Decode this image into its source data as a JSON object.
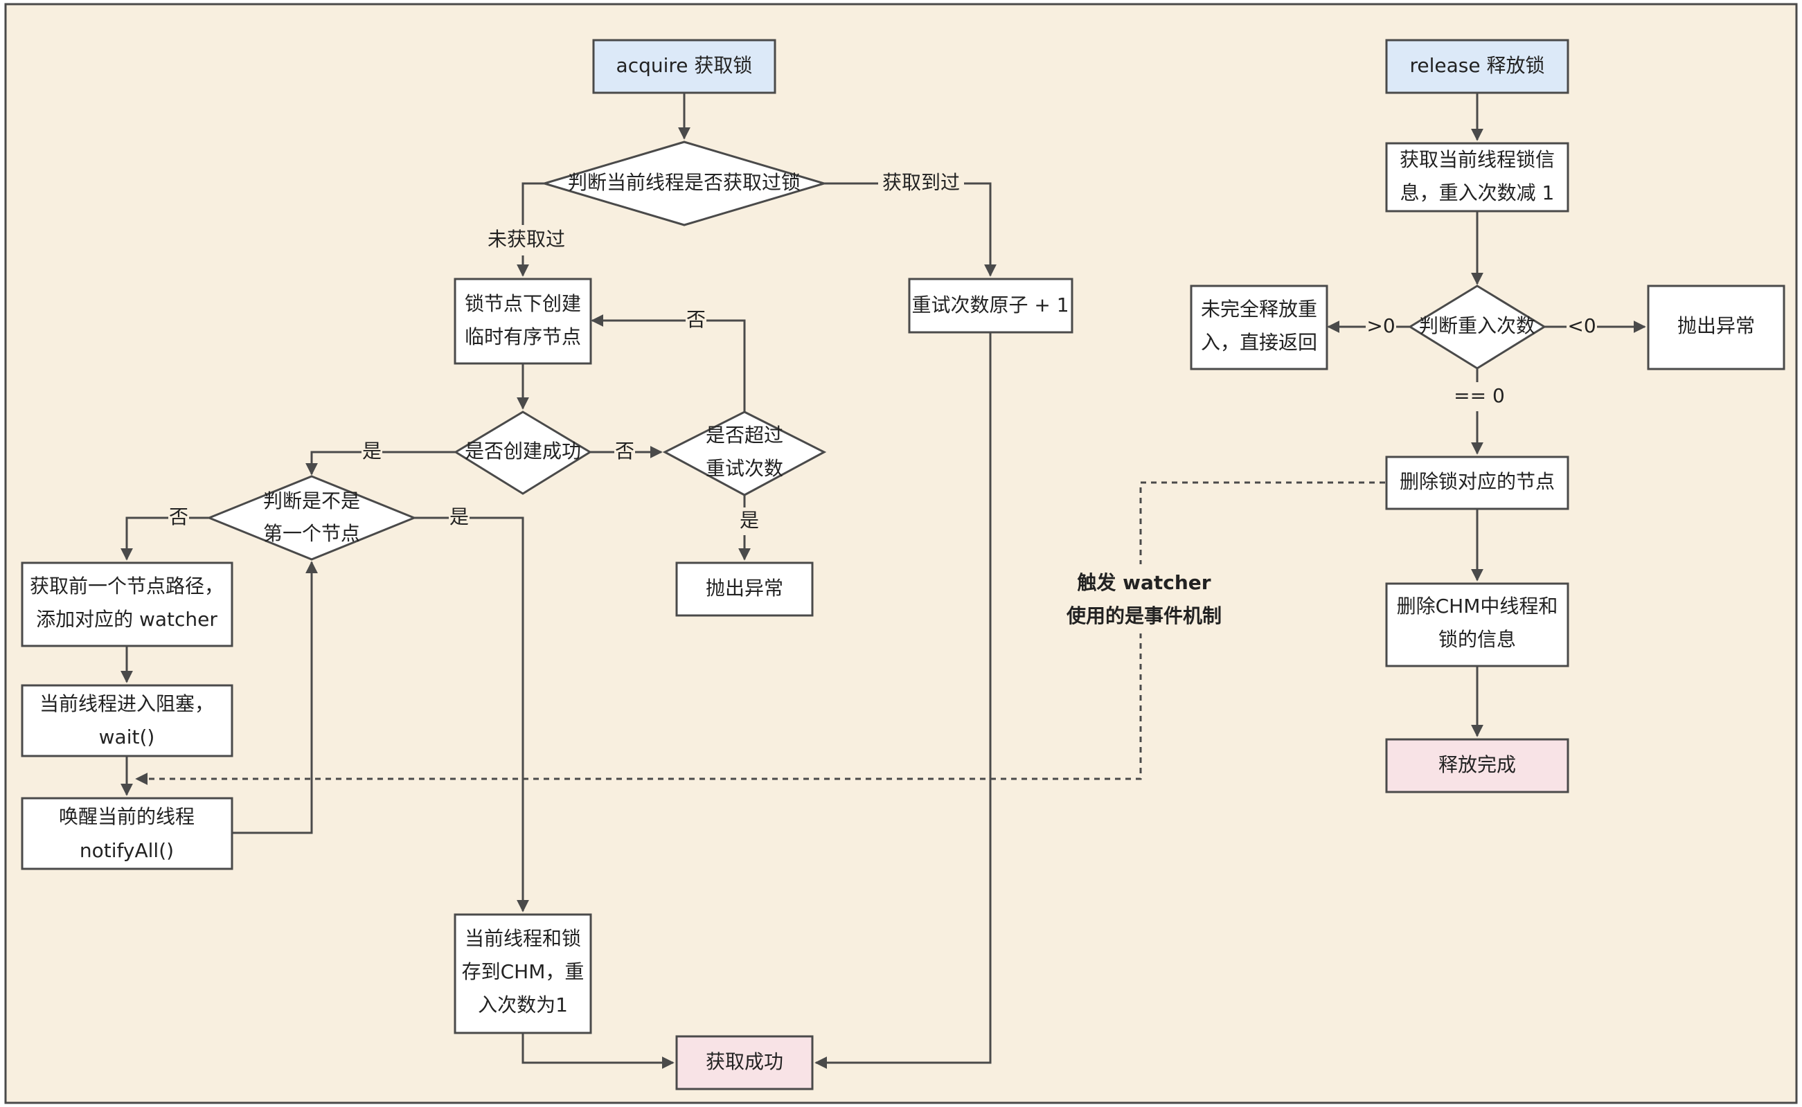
{
  "colors": {
    "background": "#f8efdf",
    "border": "#4a4a4a",
    "start_fill": "#dce9f8",
    "end_fill": "#f8e3e6",
    "box_fill": "#ffffff"
  },
  "acquire": {
    "start": "acquire 获取锁",
    "check_acquired": "判断当前线程是否获取过锁",
    "label_not_acquired": "未获取过",
    "label_acquired": "获取到过",
    "create_node": [
      "锁节点下创建",
      "临时有序节点"
    ],
    "reentry_increment": "重试次数原子 + 1",
    "create_success": "是否创建成功",
    "label_yes_1": "是",
    "label_no_1": "否",
    "retry_exceeded": [
      "是否超过",
      "重试次数"
    ],
    "label_no_2": "否",
    "label_yes_2": "是",
    "throw_1": "抛出异常",
    "is_first": [
      "判断是不是",
      "第一个节点"
    ],
    "label_no_3": "否",
    "label_yes_3": "是",
    "get_prev": [
      "获取前一个节点路径，",
      "添加对应的 watcher"
    ],
    "block": [
      "当前线程进入阻塞，",
      "wait()"
    ],
    "wakeup": [
      "唤醒当前的线程",
      "notifyAll()"
    ],
    "store_chm": [
      "当前线程和锁",
      "存到CHM，重",
      "入次数为1"
    ],
    "success": "获取成功"
  },
  "watcher_note": [
    "触发 watcher",
    "使用的是事件机制"
  ],
  "release": {
    "start": "release 释放锁",
    "get_info": [
      "获取当前线程锁信",
      "息，重入次数减 1"
    ],
    "check_count": "判断重入次数",
    "label_gt": ">0",
    "label_lt": "<0",
    "label_eq": "== 0",
    "not_fully_released": [
      "未完全释放重",
      "入，直接返回"
    ],
    "throw_2": "抛出异常",
    "delete_node": "删除锁对应的节点",
    "delete_chm": [
      "删除CHM中线程和",
      "锁的信息"
    ],
    "done": "释放完成"
  }
}
